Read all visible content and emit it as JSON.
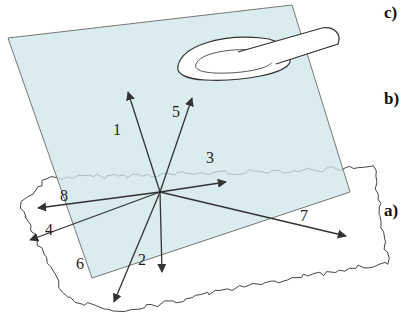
{
  "diagram": {
    "labels": [
      "1",
      "5",
      "3",
      "8",
      "4",
      "7",
      "2",
      "6",
      "c)",
      "b)",
      "a)"
    ]
  }
}
